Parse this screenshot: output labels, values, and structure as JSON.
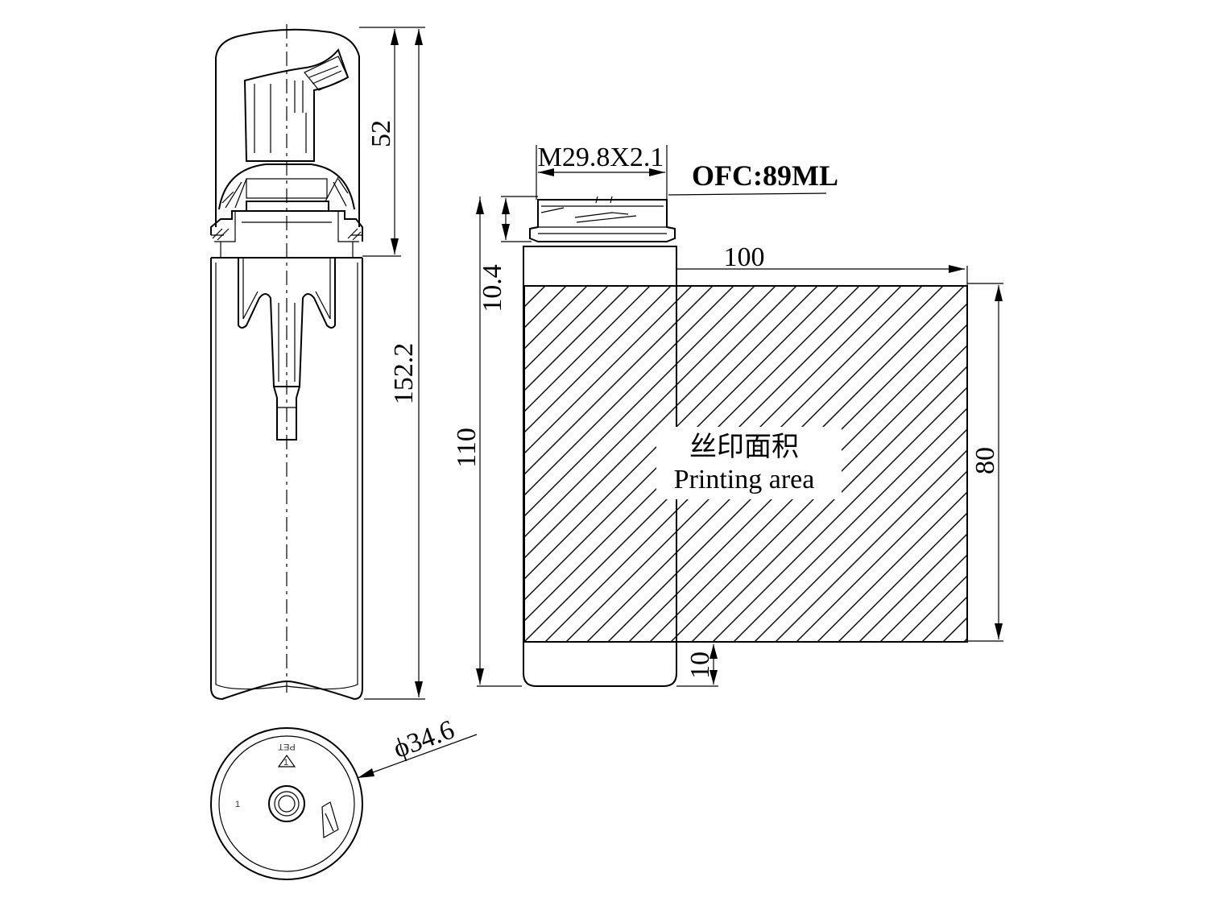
{
  "dimensions": {
    "cap_height": "52",
    "total_height": "152.2",
    "neck_height": "10.4",
    "body_height": "110",
    "label_width": "100",
    "label_height": "80",
    "bottom_margin": "10",
    "diameter": "ϕ34.6",
    "thread": "M29.8X2.1"
  },
  "capacity": "OFC:89ML",
  "printing_area": {
    "chinese": "丝印面积",
    "english": "Printing area"
  },
  "bottom_marks": {
    "material": "PET",
    "recycling_code": "1",
    "mold_number": "1"
  },
  "colors": {
    "line": "#000000",
    "background": "#ffffff"
  }
}
